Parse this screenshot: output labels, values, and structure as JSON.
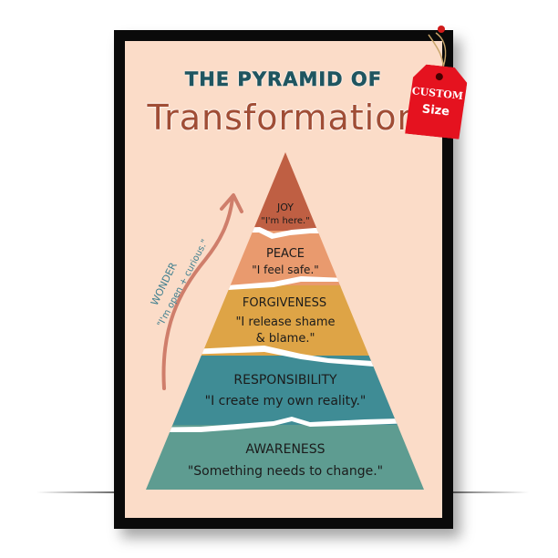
{
  "poster": {
    "title_line1": "THE PYRAMID OF",
    "title_line2": "Transformation",
    "colors": {
      "background": "#fbdcc8",
      "frame": "#0a0a0a",
      "title_teal": "#1f5560",
      "title_rust": "#a04d35"
    },
    "levels": [
      {
        "name": "JOY",
        "quote": "\"I'm here.\"",
        "color": "#bf5f43"
      },
      {
        "name": "PEACE",
        "quote": "\"I feel safe.\"",
        "color": "#e99a6e"
      },
      {
        "name": "FORGIVENESS",
        "quote": "\"I release shame",
        "quote2": "& blame.\"",
        "color": "#dea446"
      },
      {
        "name": "RESPONSIBILITY",
        "quote": "\"I create my own reality.\"",
        "color": "#3f8c95"
      },
      {
        "name": "AWARENESS",
        "quote": "\"Something needs to change.\"",
        "color": "#5e9c91"
      }
    ],
    "side": {
      "name": "WONDER",
      "quote": "\"I'm open + curious.\"",
      "arrow_color": "#cf7e6b",
      "icon": "arrow-up-curve-icon"
    }
  },
  "tag": {
    "line1": "CUSTOM",
    "line2": "Size",
    "color": "#e5121f"
  }
}
